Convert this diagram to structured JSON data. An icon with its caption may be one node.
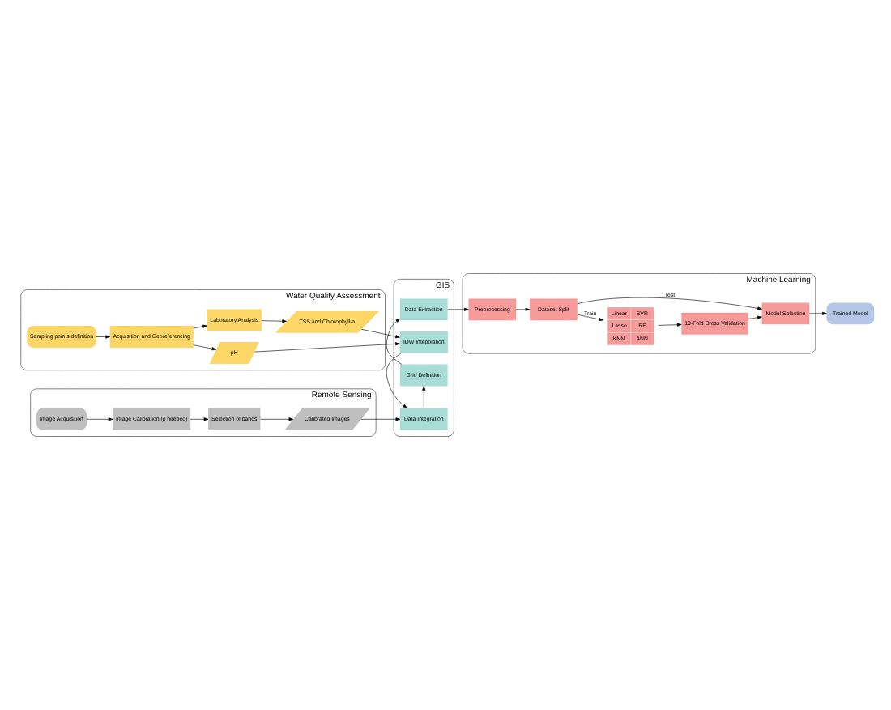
{
  "diagram": {
    "nodes": [
      {
        "text": [
          "Water Quality Assessment"
        ]
      },
      {
        "text": [
          "Sampling points definition"
        ],
        "in": 0
      },
      {
        "text": [
          "Acquisition and Georeferencing"
        ],
        "in": 0
      },
      {
        "text": [
          "Laboratory Analysis"
        ],
        "in": 0
      },
      {
        "text": [
          "TSS and Chlorophyll-a"
        ],
        "in": 0
      },
      {
        "text": [
          "pH"
        ],
        "in": 0
      },
      {
        "text": [
          "GIS"
        ]
      },
      {
        "text": [
          "IDW Intepolation"
        ],
        "in": 6
      },
      {
        "text": [
          "Data Integration"
        ],
        "in": 6
      },
      {
        "text": [
          "Grid Definition"
        ],
        "in": 6
      },
      {
        "text": [
          "Data Extraction"
        ],
        "in": 6
      },
      {
        "text": [
          "Remote Sensing"
        ]
      },
      {
        "text": [
          "Image Acquisition"
        ],
        "in": 11
      },
      {
        "text": [
          "Image Calibration (if needed)"
        ],
        "in": 11
      },
      {
        "text": [
          "Selection of bands"
        ],
        "in": 11
      },
      {
        "text": [
          "Calibrated Images"
        ],
        "in": 11
      },
      {
        "text": [
          "Machine Learning"
        ]
      },
      {
        "text": [
          "Preprocessing"
        ],
        "in": 16
      },
      {
        "text": [
          "Dataset Split"
        ],
        "in": 16
      },
      {
        "text": [
          "Linear",
          "SVR",
          "Lasso",
          "RF",
          "KNN",
          "ANN"
        ],
        "in": 16
      },
      {
        "text": [
          "10-Fold Cross Validation"
        ],
        "in": 16
      },
      {
        "text": [
          "Model Selection"
        ],
        "in": 16
      },
      {
        "text": [
          "Trained Model"
        ]
      }
    ],
    "edges": [
      {
        "from": 1,
        "to": 2,
        "arrow": "to"
      },
      {
        "from": 2,
        "to": 3,
        "arrow": "to"
      },
      {
        "from": 3,
        "to": 4,
        "arrow": "to"
      },
      {
        "from": 2,
        "to": 5,
        "arrow": "to"
      },
      {
        "from": 4,
        "to": 7,
        "arrow": "to"
      },
      {
        "from": 5,
        "to": 7,
        "arrow": "to"
      },
      {
        "from": 7,
        "to": 8,
        "arrow": "to"
      },
      {
        "from": 15,
        "to": 8,
        "arrow": "to"
      },
      {
        "from": 8,
        "to": 9,
        "arrow": "to"
      },
      {
        "from": 9,
        "to": 10,
        "arrow": "to"
      },
      {
        "from": 10,
        "to": 17,
        "arrow": "to"
      },
      {
        "from": 12,
        "to": 13,
        "arrow": "to"
      },
      {
        "from": 13,
        "to": 14,
        "arrow": "to"
      },
      {
        "from": 14,
        "to": 15,
        "arrow": "to"
      },
      {
        "from": 17,
        "to": 18,
        "arrow": "to"
      },
      {
        "from": 18,
        "to": 19,
        "arrow": "to",
        "label": "Train"
      },
      {
        "from": 19,
        "to": 20,
        "arrow": "to"
      },
      {
        "from": 20,
        "to": 21,
        "arrow": "to"
      },
      {
        "from": 18,
        "to": 21,
        "arrow": "to",
        "label": "Test"
      },
      {
        "from": 21,
        "to": 22,
        "arrow": "to"
      }
    ]
  }
}
